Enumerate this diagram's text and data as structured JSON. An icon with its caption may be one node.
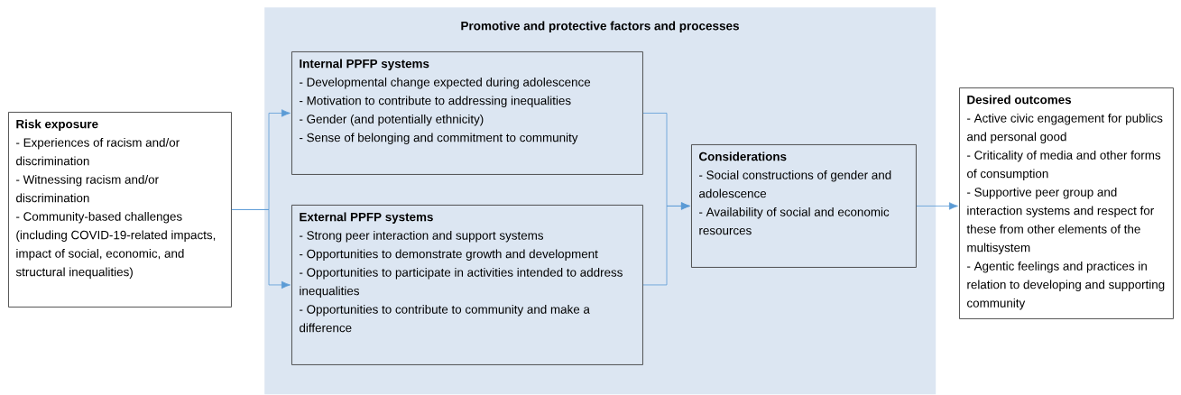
{
  "diagram": {
    "nodes": [
      {
        "text": [
          "Risk exposure",
          "- Experiences of racism and/or discrimination",
          "- Witnessing racism and/or discrimination",
          "- Community-based challenges (including COVID-19-related impacts, impact of social, economic, and structural inequalities)"
        ]
      },
      {
        "text": [
          "Promotive and protective factors and processes"
        ]
      },
      {
        "text": [
          "Internal PPFP systems",
          "- Developmental change expected during adolescence",
          "- Motivation to contribute to addressing inequalities",
          "- Gender (and potentially ethnicity)",
          "- Sense of belonging and commitment to community"
        ],
        "in": 1
      },
      {
        "text": [
          "External PPFP systems",
          "- Strong peer interaction and support systems",
          "- Opportunities to demonstrate growth and development",
          "- Opportunities to participate in activities intended to address inequalities",
          "- Opportunities to contribute to community and make a difference"
        ],
        "in": 1
      },
      {
        "text": [
          "Considerations",
          "- Social constructions of gender and adolescence",
          "- Availability of social and economic resources"
        ],
        "in": 1
      },
      {
        "text": [
          "Desired outcomes",
          "- Active civic engagement for publics and personal good",
          "- Criticality of media and other forms of consumption",
          "- Supportive peer group and interaction systems and respect for these from other elements of the multisystem",
          "- Agentic feelings and practices in relation to developing and supporting community"
        ]
      }
    ],
    "edges": [
      {
        "from": 0,
        "to": 2,
        "arrow": "to"
      },
      {
        "from": 0,
        "to": 3,
        "arrow": "to"
      },
      {
        "from": 2,
        "to": 4,
        "arrow": "to"
      },
      {
        "from": 3,
        "to": 4,
        "arrow": "to"
      },
      {
        "from": 4,
        "to": 5,
        "arrow": "to"
      }
    ]
  }
}
